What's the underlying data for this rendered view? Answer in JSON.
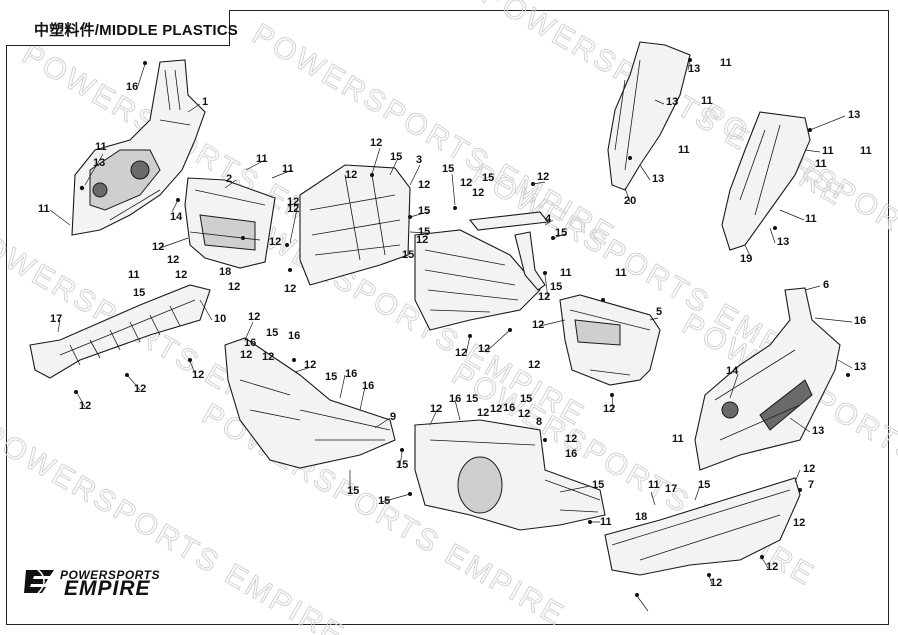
{
  "title": "中塑料件/MIDDLE PLASTICS",
  "watermark": "POWERSPORTS EMPIRE",
  "logo": {
    "line1": "POWERSPORTS",
    "line2": "EMPIRE"
  },
  "colors": {
    "line": "#1a1a1a",
    "watermark": "#cfcfcf",
    "part_fill": "#f3f3f3",
    "shade": "#6a6a6a"
  },
  "callouts": [
    {
      "label": "16"
    },
    {
      "label": "1"
    },
    {
      "label": "11"
    },
    {
      "label": "13"
    },
    {
      "label": "14"
    },
    {
      "label": "11"
    },
    {
      "label": "2"
    },
    {
      "label": "11"
    },
    {
      "label": "11"
    },
    {
      "label": "12"
    },
    {
      "label": "12"
    },
    {
      "label": "12"
    },
    {
      "label": "12"
    },
    {
      "label": "12"
    },
    {
      "label": "18"
    },
    {
      "label": "12"
    },
    {
      "label": "12"
    },
    {
      "label": "15"
    },
    {
      "label": "3"
    },
    {
      "label": "12"
    },
    {
      "label": "12"
    },
    {
      "label": "12"
    },
    {
      "label": "15"
    },
    {
      "label": "15"
    },
    {
      "label": "15"
    },
    {
      "label": "12"
    },
    {
      "label": "12"
    },
    {
      "label": "15"
    },
    {
      "label": "12"
    },
    {
      "label": "15"
    },
    {
      "label": "12"
    },
    {
      "label": "12"
    },
    {
      "label": "4"
    },
    {
      "label": "15"
    },
    {
      "label": "12"
    },
    {
      "label": "12"
    },
    {
      "label": "12"
    },
    {
      "label": "15"
    },
    {
      "label": "11"
    },
    {
      "label": "11"
    },
    {
      "label": "12"
    },
    {
      "label": "5"
    },
    {
      "label": "12"
    },
    {
      "label": "12"
    },
    {
      "label": "13"
    },
    {
      "label": "11"
    },
    {
      "label": "13"
    },
    {
      "label": "11"
    },
    {
      "label": "11"
    },
    {
      "label": "13"
    },
    {
      "label": "20"
    },
    {
      "label": "13"
    },
    {
      "label": "11"
    },
    {
      "label": "11"
    },
    {
      "label": "11"
    },
    {
      "label": "11"
    },
    {
      "label": "13"
    },
    {
      "label": "19"
    },
    {
      "label": "6"
    },
    {
      "label": "16"
    },
    {
      "label": "13"
    },
    {
      "label": "14"
    },
    {
      "label": "13"
    },
    {
      "label": "11"
    },
    {
      "label": "11"
    },
    {
      "label": "15"
    },
    {
      "label": "17"
    },
    {
      "label": "10"
    },
    {
      "label": "12"
    },
    {
      "label": "12"
    },
    {
      "label": "12"
    },
    {
      "label": "12"
    },
    {
      "label": "15"
    },
    {
      "label": "16"
    },
    {
      "label": "12"
    },
    {
      "label": "12"
    },
    {
      "label": "16"
    },
    {
      "label": "12"
    },
    {
      "label": "15"
    },
    {
      "label": "16"
    },
    {
      "label": "16"
    },
    {
      "label": "9"
    },
    {
      "label": "15"
    },
    {
      "label": "15"
    },
    {
      "label": "12"
    },
    {
      "label": "16"
    },
    {
      "label": "15"
    },
    {
      "label": "12"
    },
    {
      "label": "12"
    },
    {
      "label": "16"
    },
    {
      "label": "15"
    },
    {
      "label": "12"
    },
    {
      "label": "12"
    },
    {
      "label": "16"
    },
    {
      "label": "15"
    },
    {
      "label": "8"
    },
    {
      "label": "15"
    },
    {
      "label": "11"
    },
    {
      "label": "11"
    },
    {
      "label": "15"
    },
    {
      "label": "17"
    },
    {
      "label": "18"
    },
    {
      "label": "12"
    },
    {
      "label": "7"
    },
    {
      "label": "12"
    },
    {
      "label": "12"
    },
    {
      "label": "12"
    }
  ]
}
